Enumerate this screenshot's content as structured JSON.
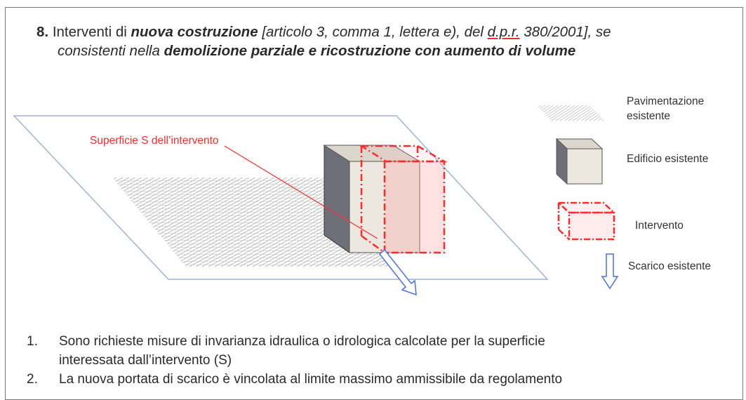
{
  "title": {
    "number": "8.",
    "prefix": "Interventi di",
    "bold1": "nuova costruzione",
    "ref1": "[articolo 3, comma 1, lettera e), del",
    "dpr": "d.p.r.",
    "ref2": "380/2001], se",
    "line2_prefix": "consistenti nella",
    "line2_bold": "demolizione parziale e ricostruzione con aumento di volume"
  },
  "diagram": {
    "callout": "Superficie S dell’intervento",
    "colors": {
      "red": "#ff2a2a",
      "plane_border": "#9fb4d6",
      "arrow": "#4a6ef0",
      "box": "#ece7df"
    }
  },
  "legend": {
    "paving_line1": "Pavimentazione",
    "paving_line2": "esistente",
    "building": "Edificio esistente",
    "intervention": "Intervento",
    "drain": "Scarico esistente"
  },
  "list": [
    {
      "num": "1.",
      "line1": "Sono richieste misure di invarianza idraulica o idrologica calcolate per la superficie",
      "line2": "interessata dall’intervento (S)"
    },
    {
      "num": "2.",
      "line1": "La nuova portata di scarico è vincolata al limite massimo ammissibile da regolamento",
      "line2": ""
    }
  ]
}
